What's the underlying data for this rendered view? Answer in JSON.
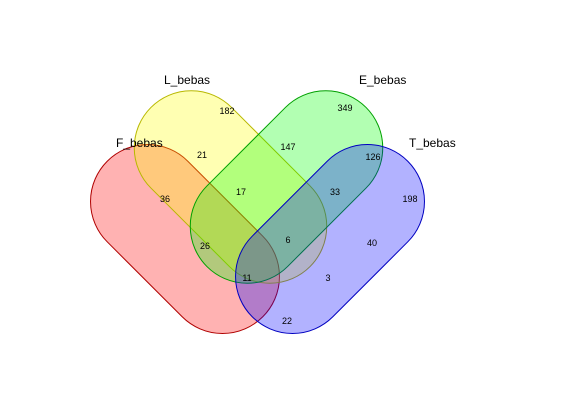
{
  "sets": [
    {
      "key": "F",
      "label": "F_bebas",
      "fill": "#ff0000",
      "stroke": "#b00000"
    },
    {
      "key": "L",
      "label": "L_bebas",
      "fill": "#ffff00",
      "stroke": "#b8b800"
    },
    {
      "key": "E",
      "label": "E_bebas",
      "fill": "#00ff00",
      "stroke": "#00a000"
    },
    {
      "key": "T",
      "label": "T_bebas",
      "fill": "#0000ff",
      "stroke": "#0000c0"
    }
  ],
  "regions": [
    {
      "sets": "L",
      "value": "182"
    },
    {
      "sets": "E",
      "value": "349"
    },
    {
      "sets": "LE",
      "value": "147"
    },
    {
      "sets": "FL",
      "value": "21"
    },
    {
      "sets": "ET",
      "value": "126"
    },
    {
      "sets": "F",
      "value": "36"
    },
    {
      "sets": "FLE",
      "value": "17"
    },
    {
      "sets": "LET",
      "value": "33"
    },
    {
      "sets": "T",
      "value": "198"
    },
    {
      "sets": "FLET",
      "value": "6"
    },
    {
      "sets": "FE",
      "value": "26"
    },
    {
      "sets": "LT",
      "value": "40"
    },
    {
      "sets": "FET",
      "value": "11"
    },
    {
      "sets": "FLT",
      "value": "3"
    },
    {
      "sets": "FT",
      "value": "22"
    }
  ]
}
